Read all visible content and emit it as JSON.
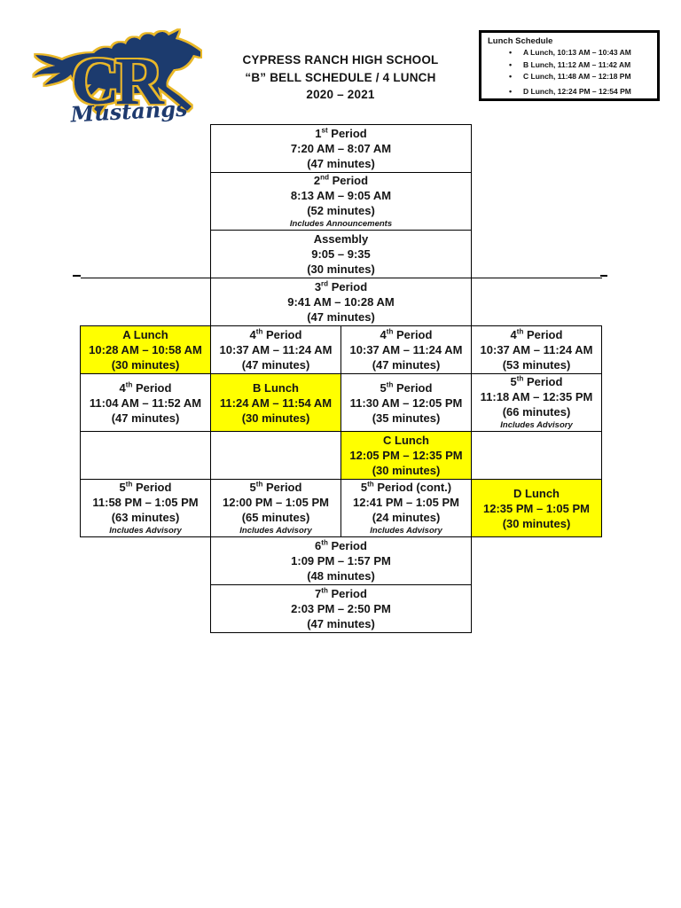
{
  "logo": {
    "monogram": "CR",
    "script": "Mustangs"
  },
  "colors": {
    "navy": "#1e3a6e",
    "gold": "#e9b826",
    "highlight": "#FFFF00"
  },
  "header": {
    "line1": "CYPRESS RANCH HIGH SCHOOL",
    "line2": "“B” BELL SCHEDULE / 4 LUNCH",
    "line3": "2020 – 2021"
  },
  "lunch_box": {
    "title": "Lunch Schedule",
    "items": [
      "A Lunch, 10:13 AM – 10:43 AM",
      "B Lunch, 11:12 AM – 11:42 AM",
      "C Lunch, 11:48 AM – 12:18 PM",
      "D Lunch, 12:24 PM – 12:54 PM"
    ]
  },
  "schedule": {
    "rows": [
      {
        "type": "center",
        "cell": {
          "title": "1st Period",
          "time": "7:20 AM – 8:07 AM",
          "duration": "(47 minutes)"
        }
      },
      {
        "type": "center",
        "cell": {
          "title": "2nd Period",
          "time": "8:13 AM – 9:05 AM",
          "duration": "(52 minutes)",
          "note": "Includes Announcements"
        }
      },
      {
        "type": "center",
        "cell": {
          "title": "Assembly",
          "time": "9:05 – 9:35",
          "duration": "(30 minutes)"
        }
      },
      {
        "type": "center",
        "rule": true,
        "cell": {
          "title": "3rd Period",
          "time": "9:41 AM – 10:28 AM",
          "duration": "(47 minutes)"
        }
      },
      {
        "type": "full",
        "cells": [
          {
            "title": "A Lunch",
            "time": "10:28 AM – 10:58 AM",
            "duration": "(30 minutes)",
            "highlight": true
          },
          {
            "title": "4th Period",
            "time": "10:37 AM – 11:24 AM",
            "duration": "(47 minutes)"
          },
          {
            "title": "4th Period",
            "time": "10:37 AM – 11:24 AM",
            "duration": "(47 minutes)"
          },
          {
            "title": "4th Period",
            "time": "10:37 AM – 11:24 AM",
            "duration": "(53 minutes)"
          }
        ]
      },
      {
        "type": "full",
        "cells": [
          {
            "title": "4th Period",
            "time": "11:04 AM – 11:52 AM",
            "duration": "(47 minutes)"
          },
          {
            "title": "B Lunch",
            "time": "11:24 AM – 11:54 AM",
            "duration": "(30 minutes)",
            "highlight": true
          },
          {
            "title": "5th Period",
            "time": "11:30 AM – 12:05 PM",
            "duration": "(35 minutes)"
          },
          {
            "title": "5th Period",
            "time": "11:18 AM – 12:35 PM",
            "duration": "(66 minutes)",
            "note": "Includes Advisory"
          }
        ]
      },
      {
        "type": "full",
        "cells": [
          {
            "empty": true
          },
          {
            "empty": true
          },
          {
            "title": "C Lunch",
            "time": "12:05 PM – 12:35 PM",
            "duration": "(30 minutes)",
            "highlight": true
          },
          {
            "empty": true
          }
        ]
      },
      {
        "type": "full",
        "cells": [
          {
            "title": "5th Period",
            "time": "11:58 PM – 1:05 PM",
            "duration": "(63 minutes)",
            "note": "Includes Advisory"
          },
          {
            "title": "5th Period",
            "time": "12:00 PM – 1:05 PM",
            "duration": "(65 minutes)",
            "note": "Includes Advisory"
          },
          {
            "title": "5th Period (cont.)",
            "time": "12:41 PM – 1:05 PM",
            "duration": "(24 minutes)",
            "note": "Includes Advisory"
          },
          {
            "title": "D Lunch",
            "time": "12:35 PM – 1:05 PM",
            "duration": "(30 minutes)",
            "highlight": true
          }
        ]
      },
      {
        "type": "center",
        "cell": {
          "title": "6th Period",
          "time": "1:09 PM – 1:57 PM",
          "duration": "(48 minutes)"
        }
      },
      {
        "type": "center",
        "cell": {
          "title": "7th Period",
          "time": "2:03 PM – 2:50 PM",
          "duration": "(47 minutes)"
        }
      }
    ]
  }
}
